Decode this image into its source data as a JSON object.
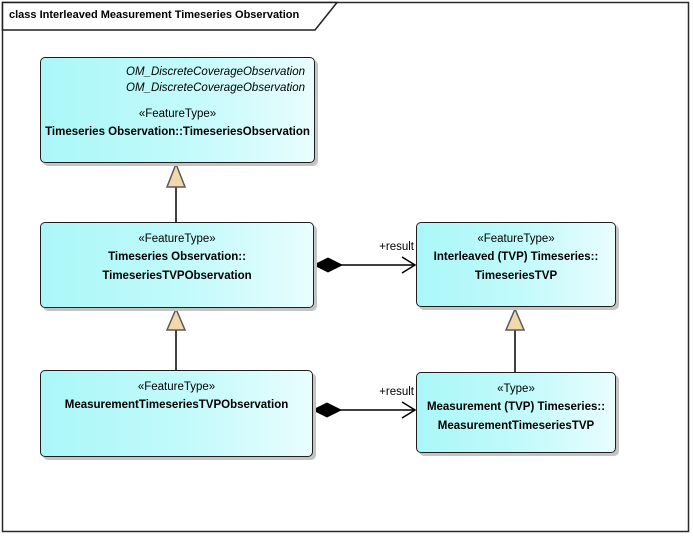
{
  "frame": {
    "title": "class Interleaved Measurement Timeseries Observation"
  },
  "boxes": {
    "timeseries_observation": {
      "parent1": "OM_DiscreteCoverageObservation",
      "parent2": "OM_DiscreteCoverageObservation",
      "stereotype": "«FeatureType»",
      "name1": "Timeseries Observation::TimeseriesObservation"
    },
    "timeseries_tvp_observation": {
      "stereotype": "«FeatureType»",
      "name1": "Timeseries Observation::",
      "name2": "TimeseriesTVPObservation"
    },
    "timeseries_tvp": {
      "stereotype": "«FeatureType»",
      "name1": "Interleaved (TVP) Timeseries::",
      "name2": "TimeseriesTVP"
    },
    "measurement_timeseries_tvp_observation": {
      "stereotype": "«FeatureType»",
      "name1": "MeasurementTimeseriesTVPObservation"
    },
    "measurement_timeseries_tvp": {
      "stereotype": "«Type»",
      "name1": "Measurement (TVP) Timeseries::",
      "name2": "MeasurementTimeseriesTVP"
    }
  },
  "connectors": {
    "composition_top_label": "+result",
    "composition_bottom_label": "+result"
  },
  "colors": {
    "box_fill_left": "#aaf7f8",
    "box_fill_right": "#e9fdfe",
    "box_border": "#1f1f1f",
    "box_shadow": "#c4c4c4",
    "generalization_arrow_fill": "#f2d9a9",
    "line": "#000000"
  }
}
